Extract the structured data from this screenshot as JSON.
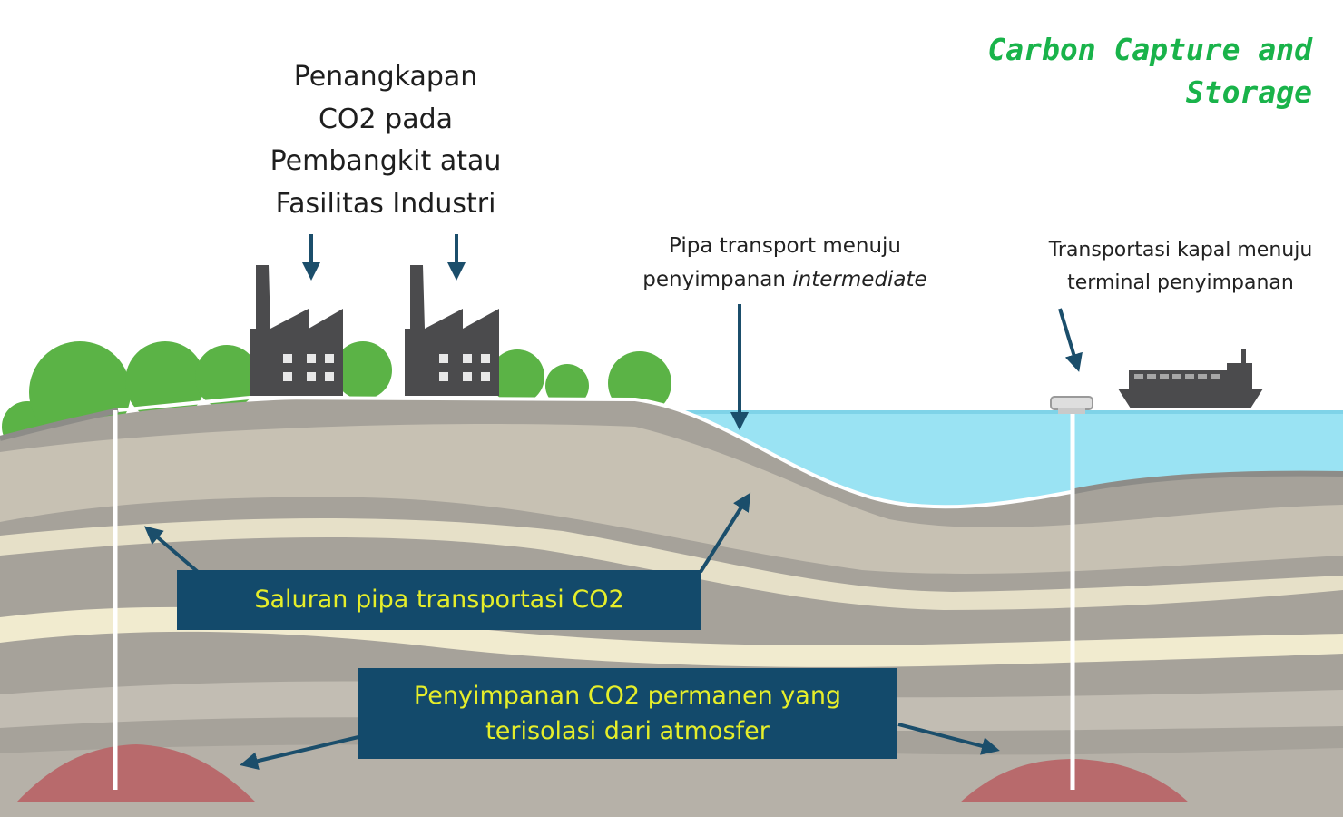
{
  "title": {
    "line1": "Carbon Capture and",
    "line2": "Storage"
  },
  "capture_label": {
    "lines": [
      "Penangkapan",
      "CO2 pada",
      "Pembangkit atau",
      "Fasilitas Industri"
    ]
  },
  "pipeline_transport_label": {
    "line1": "Pipa transport menuju",
    "line2_prefix": "penyimpanan ",
    "line2_italic": "intermediate"
  },
  "ship_transport_label": {
    "line1": "Transportasi kapal menuju",
    "line2": "terminal penyimpanan"
  },
  "pipeline_box": {
    "text": "Saluran pipa transportasi CO2"
  },
  "storage_box": {
    "line1": "Penyimpanan CO2 permanen yang",
    "line2": "terisolasi dari atmosfer"
  },
  "colors": {
    "title_green": "#19b34a",
    "box_navy": "#134a6b",
    "box_text_yellow": "#e6ee2a",
    "arrow_teal": "#1b4e6b",
    "sea_blue": "#9ae3f3",
    "tree_green": "#5bb346",
    "factory_gray": "#4b4b4d",
    "reservoir_red": "#b86a6c"
  }
}
